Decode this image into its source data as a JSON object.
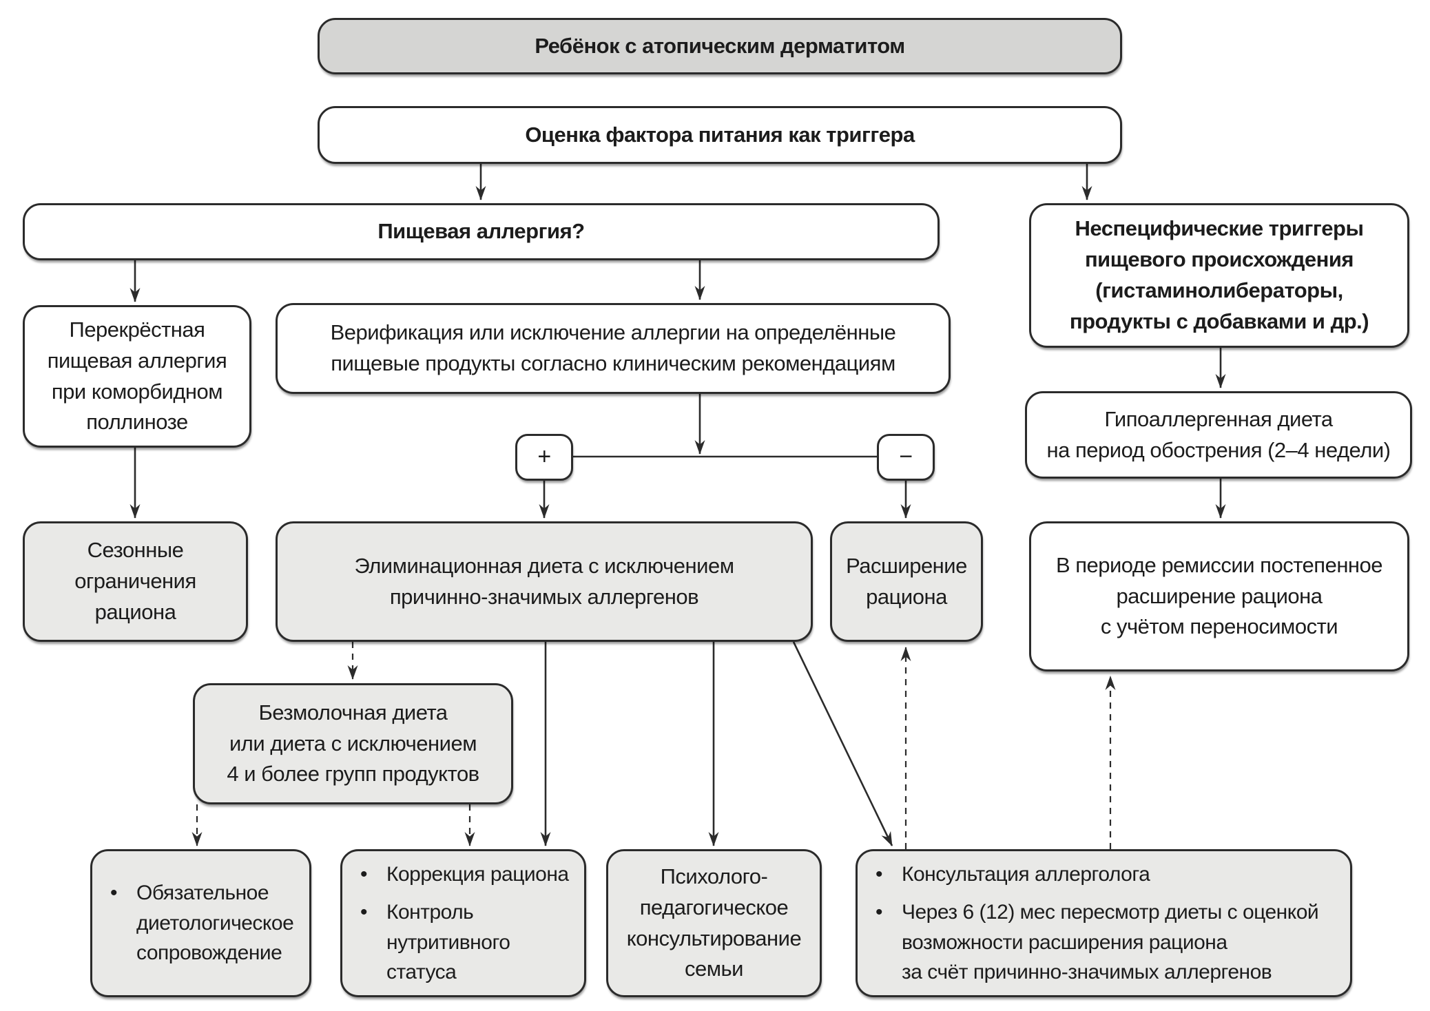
{
  "diagram": {
    "accent_colors": {
      "node_fill_white": "#ffffff",
      "node_fill_gray": "#e9e9e7",
      "node_fill_dark_gray": "#d5d5d3",
      "stroke": "#2b2b2b",
      "text": "#1c1c1c"
    },
    "nodes": {
      "root": {
        "label": "Ребёнок с атопическим дерматитом"
      },
      "assessment": {
        "label": "Оценка фактора питания как триггера"
      },
      "food_allergy": {
        "label": "Пищевая аллергия?"
      },
      "nonspecific": {
        "label": "Неспецифические триггеры\nпищевого происхождения\n(гистаминолибераторы,\nпродукты с добавками и др.)"
      },
      "cross_allergy": {
        "label": "Перекрёстная\nпищевая аллергия\nпри коморбидном\nполлинозе"
      },
      "verification": {
        "label": "Верификация или исключение аллергии на определённые\nпищевые продукты согласно клиническим рекомендациям"
      },
      "plus": {
        "label": "+"
      },
      "minus": {
        "label": "−"
      },
      "seasonal": {
        "label": "Сезонные\nограничения\nрациона"
      },
      "elimination": {
        "label": "Элиминационная диета с исключением\nпричинно-значимых аллергенов"
      },
      "expansion": {
        "label": "Расширение\nрациона"
      },
      "hypoallergenic": {
        "label": "Гипоаллергенная диета\nна период обострения (2–4 недели)"
      },
      "remission": {
        "label": "В периоде ремиссии постепенное\nрасширение рациона\nс учётом переносимости"
      },
      "dairy_free": {
        "label": "Безмолочная диета\nили диета с исключением\n4 и более групп продуктов"
      },
      "diet_support": {
        "bullets": [
          "Обязательное\nдиетологическое\nсопровождение"
        ]
      },
      "correction": {
        "bullets": [
          "Коррекция рациона",
          "Контроль\nнутритивного\nстатуса"
        ]
      },
      "psych": {
        "label": "Психолого-\nпедагогическое\nконсультирование\nсемьи"
      },
      "allergist": {
        "bullets": [
          "Консультация аллерголога",
          "Через 6 (12) мес пересмотр диеты с оценкой\nвозможности расширения рациона\nза счёт причинно-значимых аллергенов"
        ]
      }
    },
    "edges": [
      {
        "from": "assessment",
        "to": "food_allergy",
        "style": "solid"
      },
      {
        "from": "assessment",
        "to": "nonspecific",
        "style": "solid"
      },
      {
        "from": "food_allergy",
        "to": "cross_allergy",
        "style": "solid"
      },
      {
        "from": "food_allergy",
        "to": "verification",
        "style": "solid"
      },
      {
        "from": "cross_allergy",
        "to": "seasonal",
        "style": "solid"
      },
      {
        "from": "verification",
        "to": "plus_minus_connector",
        "style": "solid"
      },
      {
        "from": "plus",
        "to": "elimination",
        "style": "solid"
      },
      {
        "from": "minus",
        "to": "expansion",
        "style": "solid"
      },
      {
        "from": "nonspecific",
        "to": "hypoallergenic",
        "style": "solid"
      },
      {
        "from": "hypoallergenic",
        "to": "remission",
        "style": "solid"
      },
      {
        "from": "elimination",
        "to": "dairy_free",
        "style": "dashed"
      },
      {
        "from": "elimination",
        "to": "correction",
        "style": "solid"
      },
      {
        "from": "elimination",
        "to": "psych",
        "style": "solid"
      },
      {
        "from": "elimination",
        "to": "allergist",
        "style": "solid"
      },
      {
        "from": "dairy_free",
        "to": "diet_support",
        "style": "dashed"
      },
      {
        "from": "dairy_free",
        "to": "correction",
        "style": "dashed"
      },
      {
        "from": "allergist",
        "to": "expansion",
        "style": "dashed-up"
      },
      {
        "from": "allergist",
        "to": "remission",
        "style": "dashed-up"
      }
    ]
  }
}
